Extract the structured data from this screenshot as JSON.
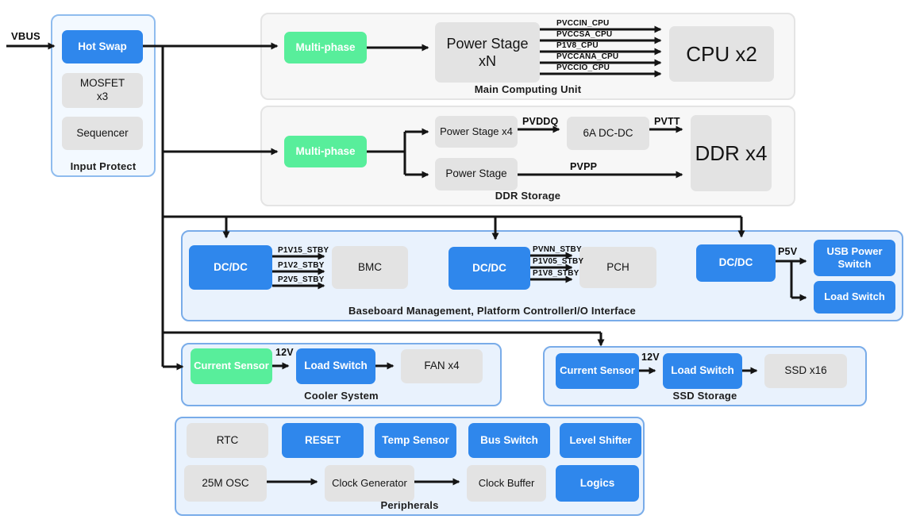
{
  "input": {
    "vbus_label": "VBUS"
  },
  "colors": {
    "block_blue": "#2f87ec",
    "block_green": "#58ee9b",
    "block_gray": "#e3e3e3",
    "group_blue_fill": "#e9f2fd",
    "group_blue_border": "#79ace9",
    "group_gray_fill": "#f7f7f7",
    "wire": "#141414"
  },
  "groups": {
    "input_protect": {
      "title": "Input Protect",
      "nodes": {
        "hot_swap": "Hot Swap",
        "mosfet": "MOSFET\nx3",
        "sequencer": "Sequencer"
      }
    },
    "main_computing": {
      "title": "Main Computing Unit",
      "nodes": {
        "multiphase": "Multi-phase",
        "power_stage": "Power Stage\nxN",
        "cpu": "CPU x2"
      },
      "signals": [
        "PVCCIN_CPU",
        "PVCCSA_CPU",
        "P1V8_CPU",
        "PVCCANA_CPU",
        "PVCCIO_CPU"
      ]
    },
    "ddr": {
      "title": "DDR Storage",
      "nodes": {
        "multiphase": "Multi-phase",
        "power_stage_x4": "Power Stage x4",
        "power_stage": "Power Stage",
        "dcdc_6a": "6A DC-DC",
        "ddr": "DDR x4"
      },
      "signals": {
        "pvddq": "PVDDQ",
        "pvtt": "PVTT",
        "pvpp": "PVPP"
      }
    },
    "baseboard": {
      "title": "Baseboard Management, Platform ControllerI/O Interface",
      "nodes": {
        "dcdc1": "DC/DC",
        "bmc": "BMC",
        "dcdc2": "DC/DC",
        "pch": "PCH",
        "dcdc3": "DC/DC",
        "usb_power": "USB Power\nSwitch",
        "load_switch": "Load Switch"
      },
      "signals_bmc": [
        "P1V15_STBY",
        "P1V2_STBY",
        "P2V5_STBY"
      ],
      "signals_pch": [
        "PVNN_STBY",
        "P1V05_STBY",
        "P1V8_STBY"
      ],
      "p5v": "P5V"
    },
    "cooler": {
      "title": "Cooler System",
      "nodes": {
        "current_sensor": "Current Sensor",
        "load_switch": "Load Switch",
        "fan": "FAN x4"
      },
      "v12": "12V"
    },
    "ssd": {
      "title": "SSD Storage",
      "nodes": {
        "current_sensor": "Current Sensor",
        "load_switch": "Load Switch",
        "ssd": "SSD x16"
      },
      "v12": "12V"
    },
    "peripherals": {
      "title": "Peripherals",
      "nodes": {
        "rtc": "RTC",
        "reset": "RESET",
        "temp": "Temp Sensor",
        "bus": "Bus Switch",
        "level": "Level Shifter",
        "osc": "25M OSC",
        "clockgen": "Clock Generator",
        "clockbuf": "Clock Buffer",
        "logics": "Logics"
      }
    }
  }
}
